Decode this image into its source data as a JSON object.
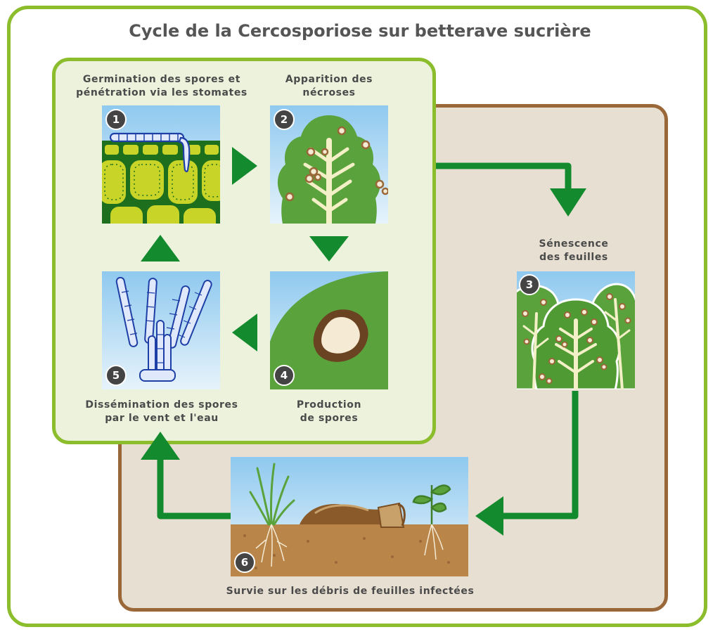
{
  "title": "Cycle de la Cercosporiose sur betterave sucrière",
  "stages": [
    {
      "number": "1",
      "label_lines": [
        "Germination des spores et",
        "pénétration via les stomates"
      ]
    },
    {
      "number": "2",
      "label_lines": [
        "Apparition des",
        "nécroses"
      ]
    },
    {
      "number": "3",
      "label_lines": [
        "Sénescence",
        "des feuilles"
      ]
    },
    {
      "number": "4",
      "label_lines": [
        "Production",
        "de spores"
      ]
    },
    {
      "number": "5",
      "label_lines": [
        "Dissémination des spores",
        "par le vent et l'eau"
      ]
    },
    {
      "number": "6",
      "label_lines": [
        "Survie sur les débris de feuilles infectées"
      ]
    }
  ],
  "colors": {
    "outer_border": "#8cbd2d",
    "inner_panel": "#ecf2dc",
    "brown_border": "#9a6738",
    "brown_panel": "#e7dfd1",
    "arrow": "#138a2e",
    "text": "#4a4a4a",
    "title": "#555555"
  }
}
